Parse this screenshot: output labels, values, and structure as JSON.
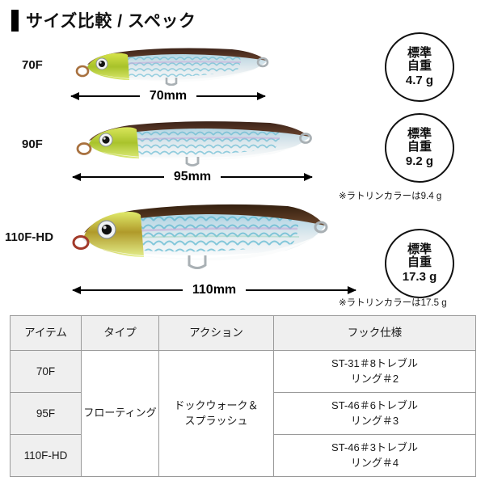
{
  "header": {
    "title": "サイズ比較 / スペック",
    "accent_color": "#000000"
  },
  "models": [
    {
      "label": "70F",
      "dimension": "70mm",
      "weight": {
        "line1": "標準",
        "line2": "自重",
        "value": "4.7 g"
      },
      "note": ""
    },
    {
      "label": "90F",
      "dimension": "95mm",
      "weight": {
        "line1": "標準",
        "line2": "自重",
        "value": "9.2 g"
      },
      "note": "※ラトリンカラーは9.4 g"
    },
    {
      "label": "110F-HD",
      "dimension": "110mm",
      "weight": {
        "line1": "標準",
        "line2": "自重",
        "value": "17.3 g"
      },
      "note": "※ラトリンカラーは17.5 g"
    }
  ],
  "table": {
    "headers": [
      "アイテム",
      "タイプ",
      "アクション",
      "フック仕様"
    ],
    "rows": [
      {
        "item": "70F",
        "type": "フローティング",
        "action_line1": "ドックウォーク＆",
        "action_line2": "スプラッシュ",
        "hook_line1": "ST-31＃8トレブル",
        "hook_line2": "リング＃2"
      },
      {
        "item": "95F",
        "hook_line1": "ST-46＃6トレブル",
        "hook_line2": "リング＃3"
      },
      {
        "item": "110F-HD",
        "hook_line1": "ST-46＃3トレブル",
        "hook_line2": "リング＃4"
      }
    ]
  },
  "lure_colors": {
    "back": "#4a3228",
    "head": "#b9c72e",
    "body": "#bfd7e0",
    "belly": "#f2f4f5",
    "scale_blue": "#6fc4d8",
    "hardware": "#b3b8bb"
  }
}
